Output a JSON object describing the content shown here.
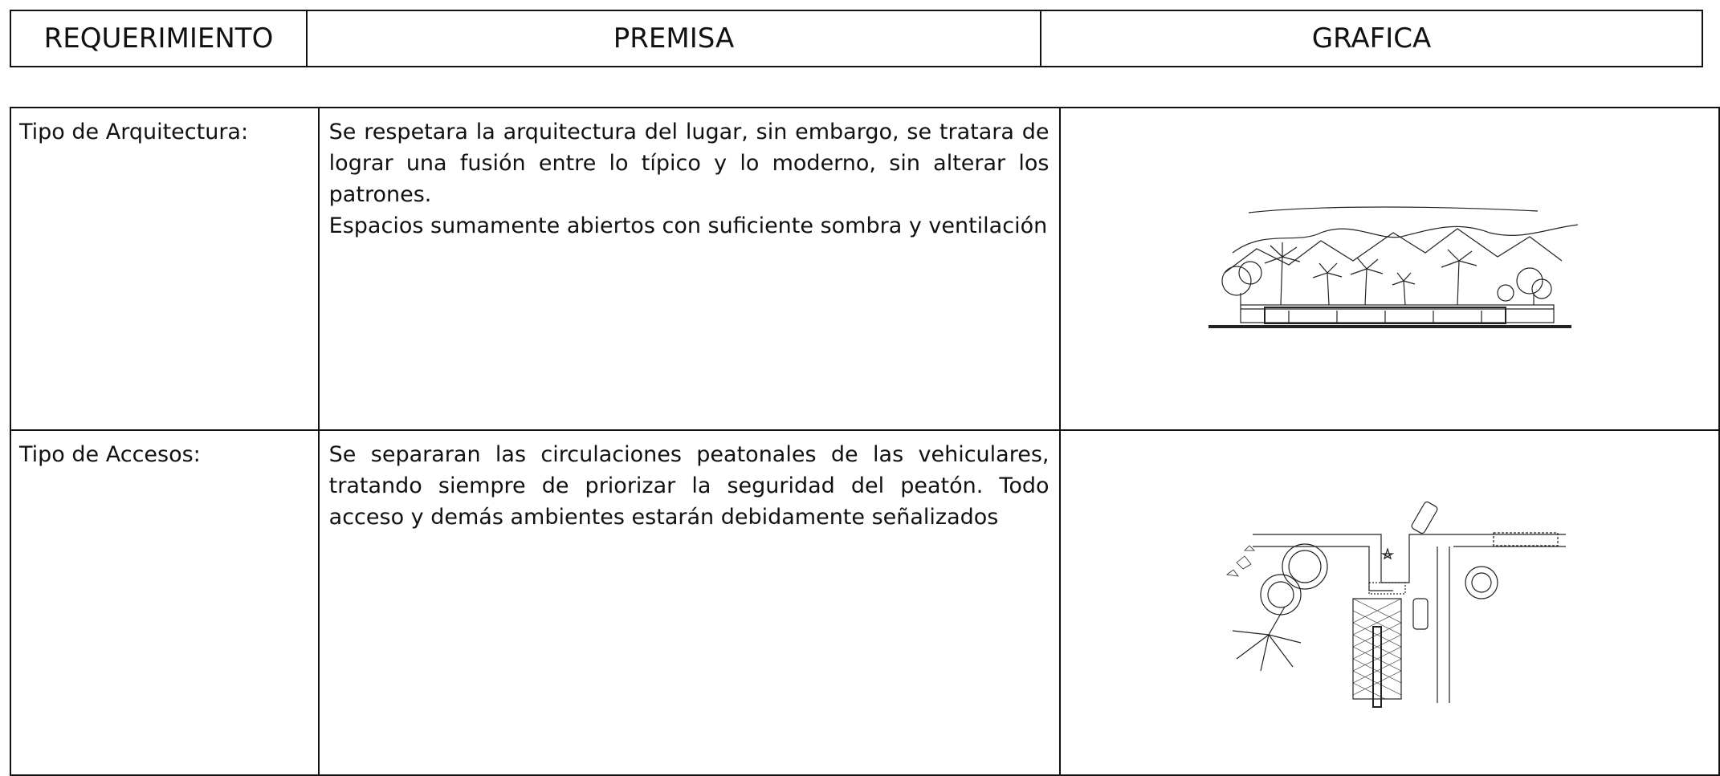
{
  "header": {
    "col1": "REQUERIMIENTO",
    "col2": "PREMISA",
    "col3": "GRAFICA"
  },
  "rows": [
    {
      "requirement": "Tipo de Arquitectura:",
      "premise_p1": "Se respetara la arquitectura del lugar, sin embargo, se tratara de lograr una fusión entre lo típico y lo moderno, sin alterar los patrones.",
      "premise_p2": "Espacios sumamente abiertos con suficiente sombra y ventilación",
      "graphic": "elevation-drawing-icon"
    },
    {
      "requirement": "Tipo de Accesos:",
      "premise_p1": "Se separaran las circulaciones peatonales de las vehiculares, tratando siempre de priorizar la seguridad del peatón.  Todo acceso y demás ambientes estarán debidamente señalizados",
      "graphic": "site-plan-drawing-icon"
    }
  ]
}
